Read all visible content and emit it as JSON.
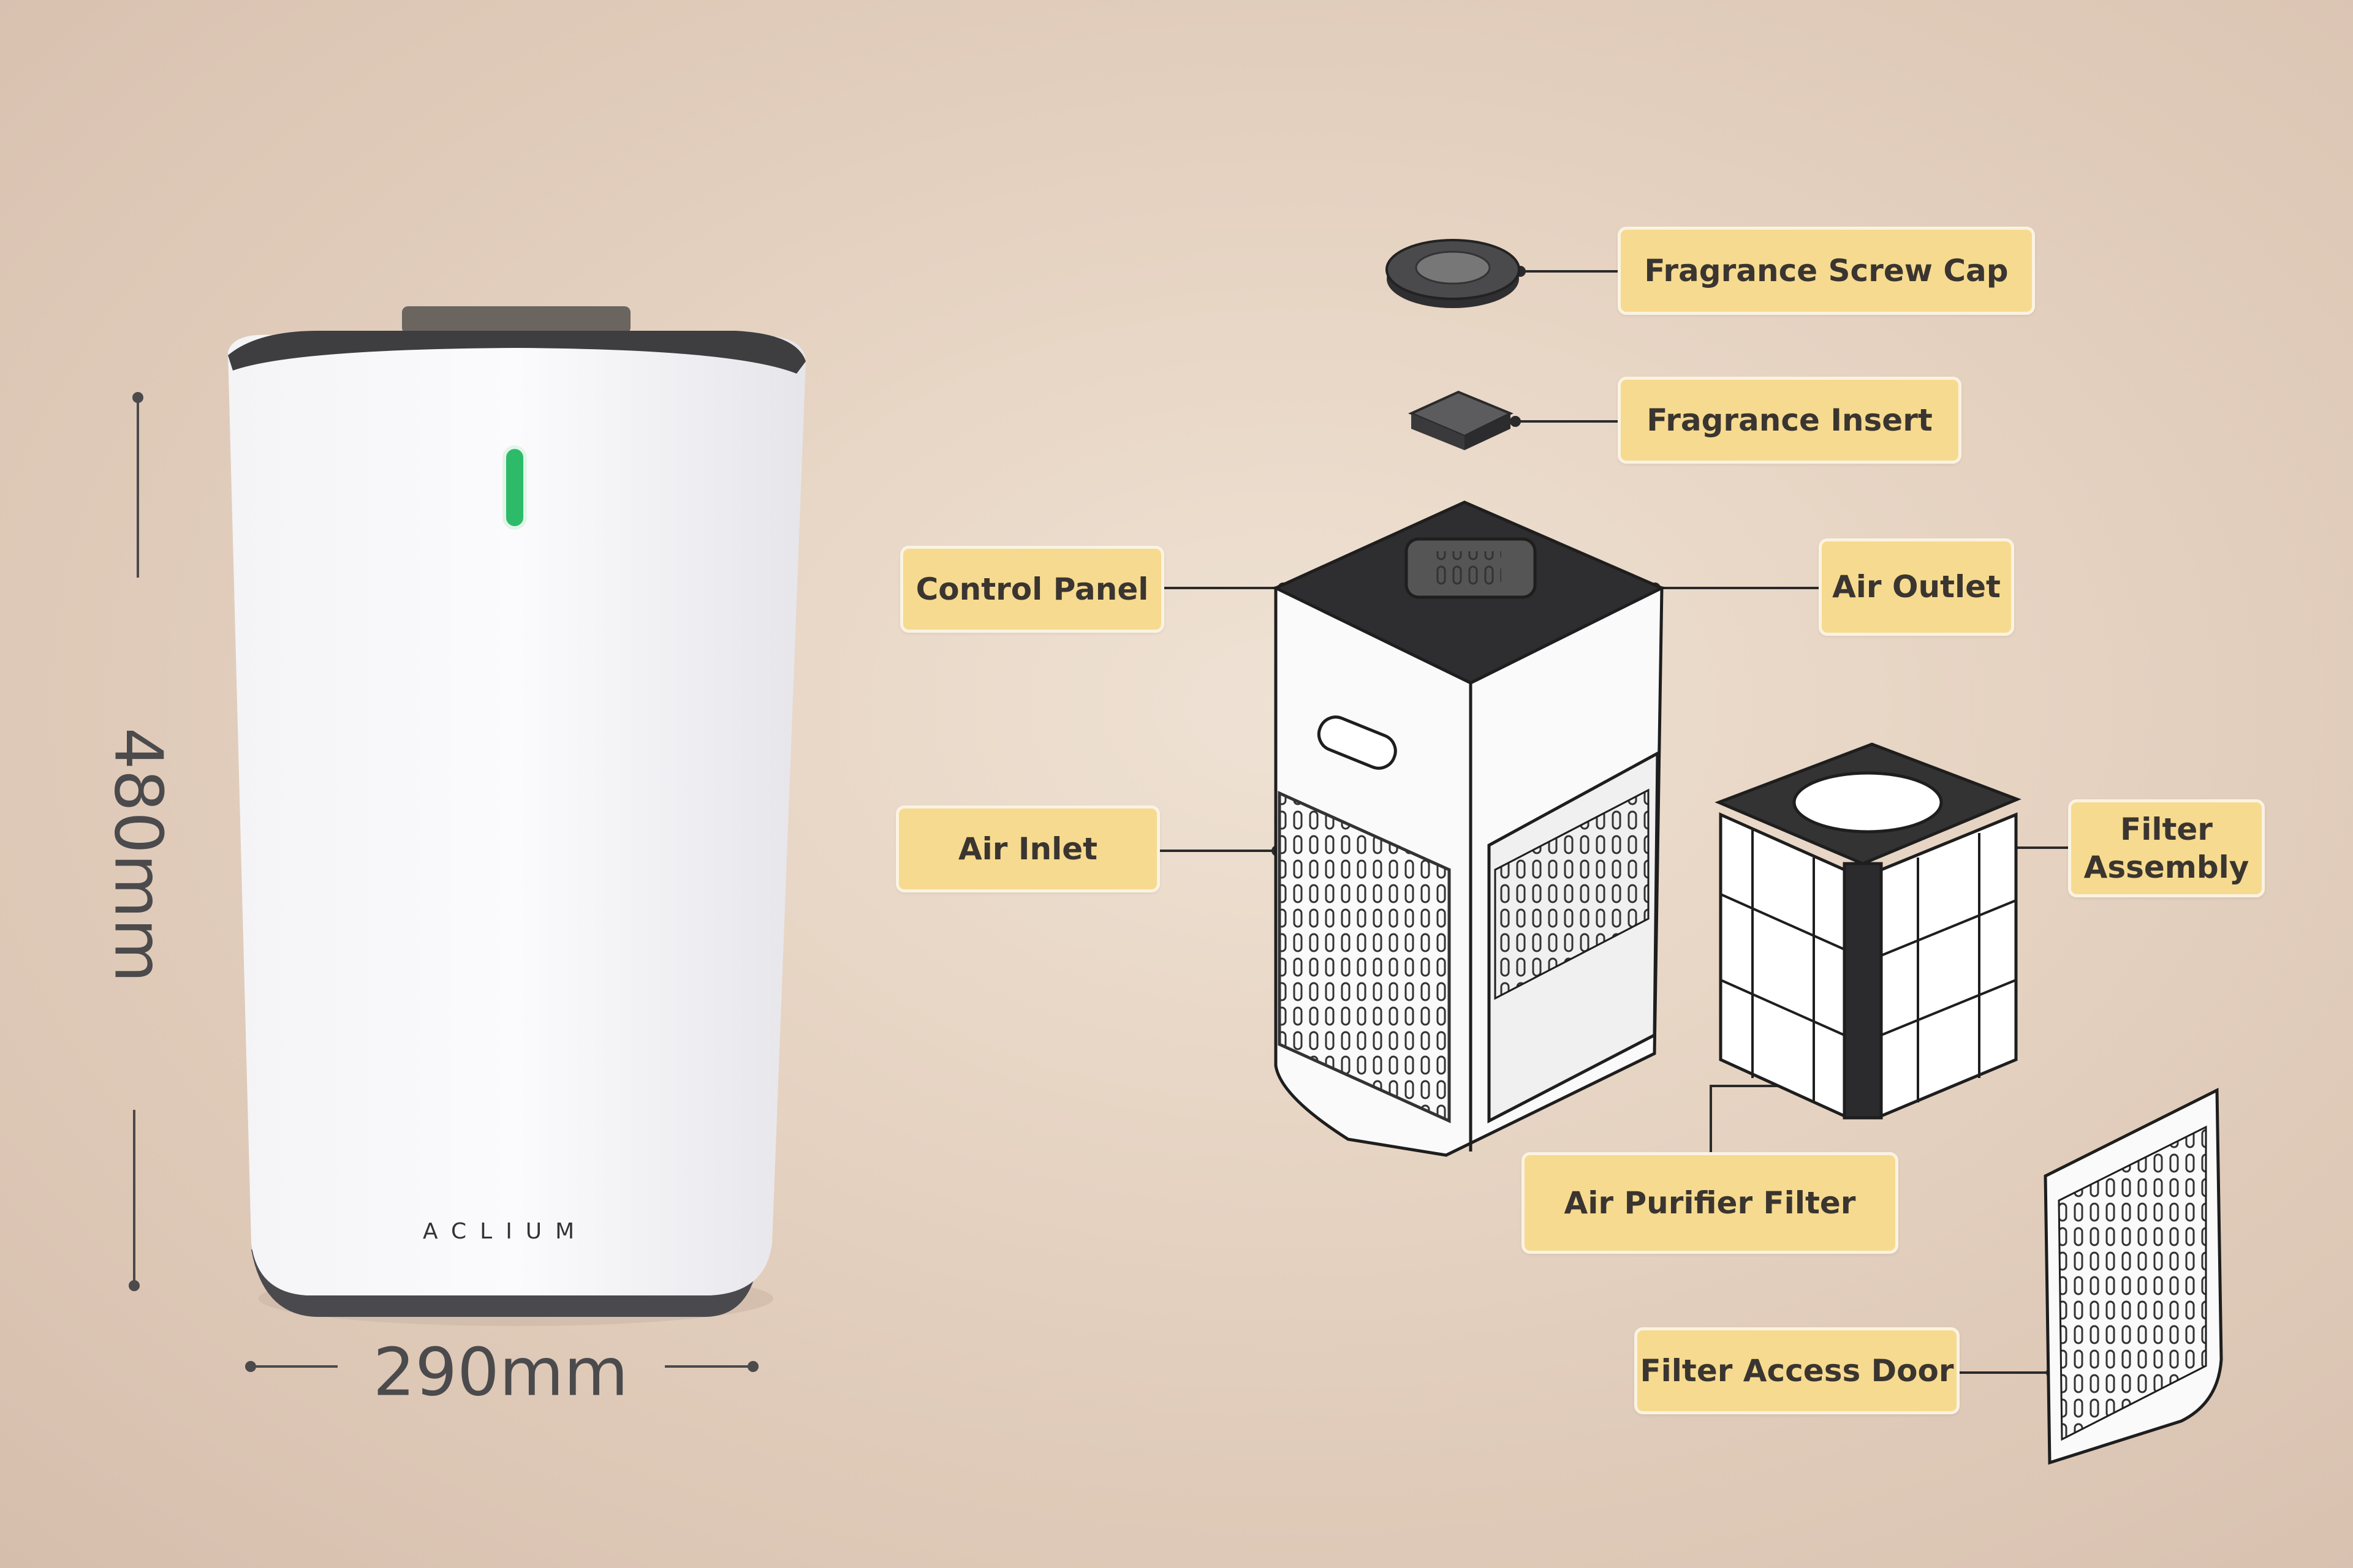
{
  "product": {
    "brand_logo": "ACLIUM",
    "height_label": "480mm",
    "width_label": "290mm"
  },
  "labels": {
    "fragrance_screw_cap": "Fragrance Screw Cap",
    "fragrance_insert": "Fragrance Insert",
    "control_panel": "Control Panel",
    "air_outlet": "Air Outlet",
    "air_inlet": "Air Inlet",
    "filter_assembly": "Filter Assembly",
    "air_purifier_filter": "Air Purifier Filter",
    "filter_access_door": "Filter Access Door"
  },
  "colors": {
    "label_fill": "#f6da8f",
    "led": "#2dbb6a"
  }
}
